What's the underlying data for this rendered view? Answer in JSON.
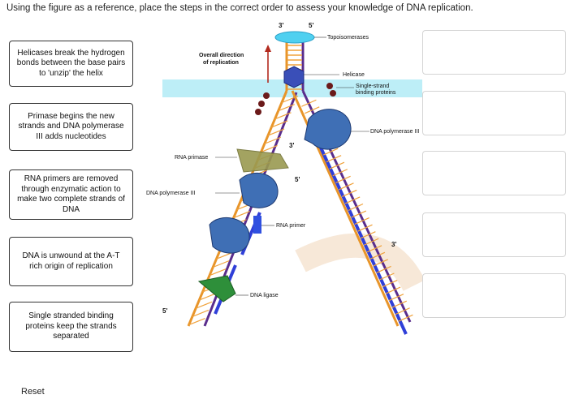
{
  "instruction": "Using the figure as a reference, place the steps in the correct order to assess your knowledge of DNA replication.",
  "steps": [
    {
      "label": "Helicases break the hydrogen bonds between the base pairs to 'unzip' the helix"
    },
    {
      "label": "Primase begins the new strands and DNA polymerase III adds nucleotides"
    },
    {
      "label": "RNA primers are removed through enzymatic action to make two complete strands of DNA"
    },
    {
      "label": "DNA is unwound at the A-T rich origin of replication"
    },
    {
      "label": "Single stranded binding proteins keep the strands separated"
    }
  ],
  "figure": {
    "end_top_left": "3'",
    "end_top_right": "5'",
    "end_mid": "3'",
    "end_mid2": "5'",
    "end_right": "3'",
    "end_bottom": "5'",
    "topoisomerases": "Topoisomerases",
    "overall_direction_1": "Overall direction",
    "overall_direction_2": "of replication",
    "helicase": "Helicase",
    "ssb_1": "Single-strand",
    "ssb_2": "binding proteins",
    "dna_pol_right": "DNA polymerase III",
    "rna_primase": "RNA primase",
    "dna_pol_left": "DNA polymerase III",
    "rna_primer": "RNA primer",
    "dna_ligase": "DNA ligase"
  },
  "reset_label": "Reset",
  "colors": {
    "strand_orange": "#e8952a",
    "strand_purple": "#5a2d8c",
    "new_strand_blue": "#2f3fd8",
    "rung_orange": "#f0a23c",
    "enzyme_blue": "#3f6fb5",
    "topo_cyan": "#4fd0f0",
    "ssb_highlight": "#bdeef7",
    "primer_blue": "#3050e0",
    "ssb_red": "#6b1a1a",
    "primase_olive": "#9a9a50",
    "ligase_green": "#2e8f3a"
  }
}
